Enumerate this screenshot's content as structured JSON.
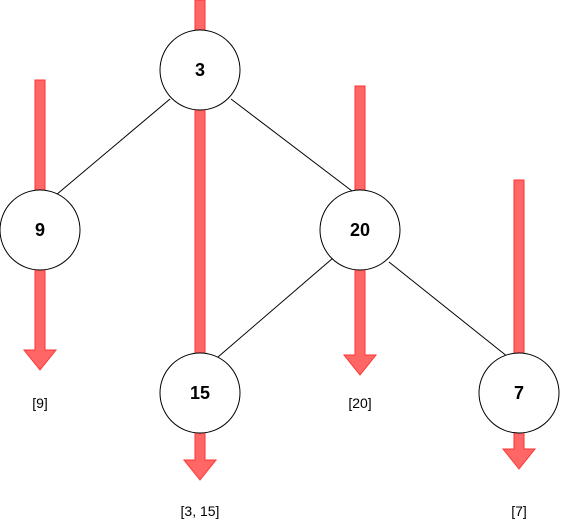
{
  "colors": {
    "arrow_fill": "#FF6666",
    "arrow_stroke": "#FF3333",
    "node_fill": "#FFFFFF",
    "node_stroke": "#000000"
  },
  "nodes": {
    "root": "3",
    "left": "9",
    "right": "20",
    "right_left": "15",
    "right_right": "7"
  },
  "column_outputs": {
    "col_left": "[9]",
    "col_center": "[3, 15]",
    "col_right": "[20]",
    "col_far_right": "[7]"
  }
}
